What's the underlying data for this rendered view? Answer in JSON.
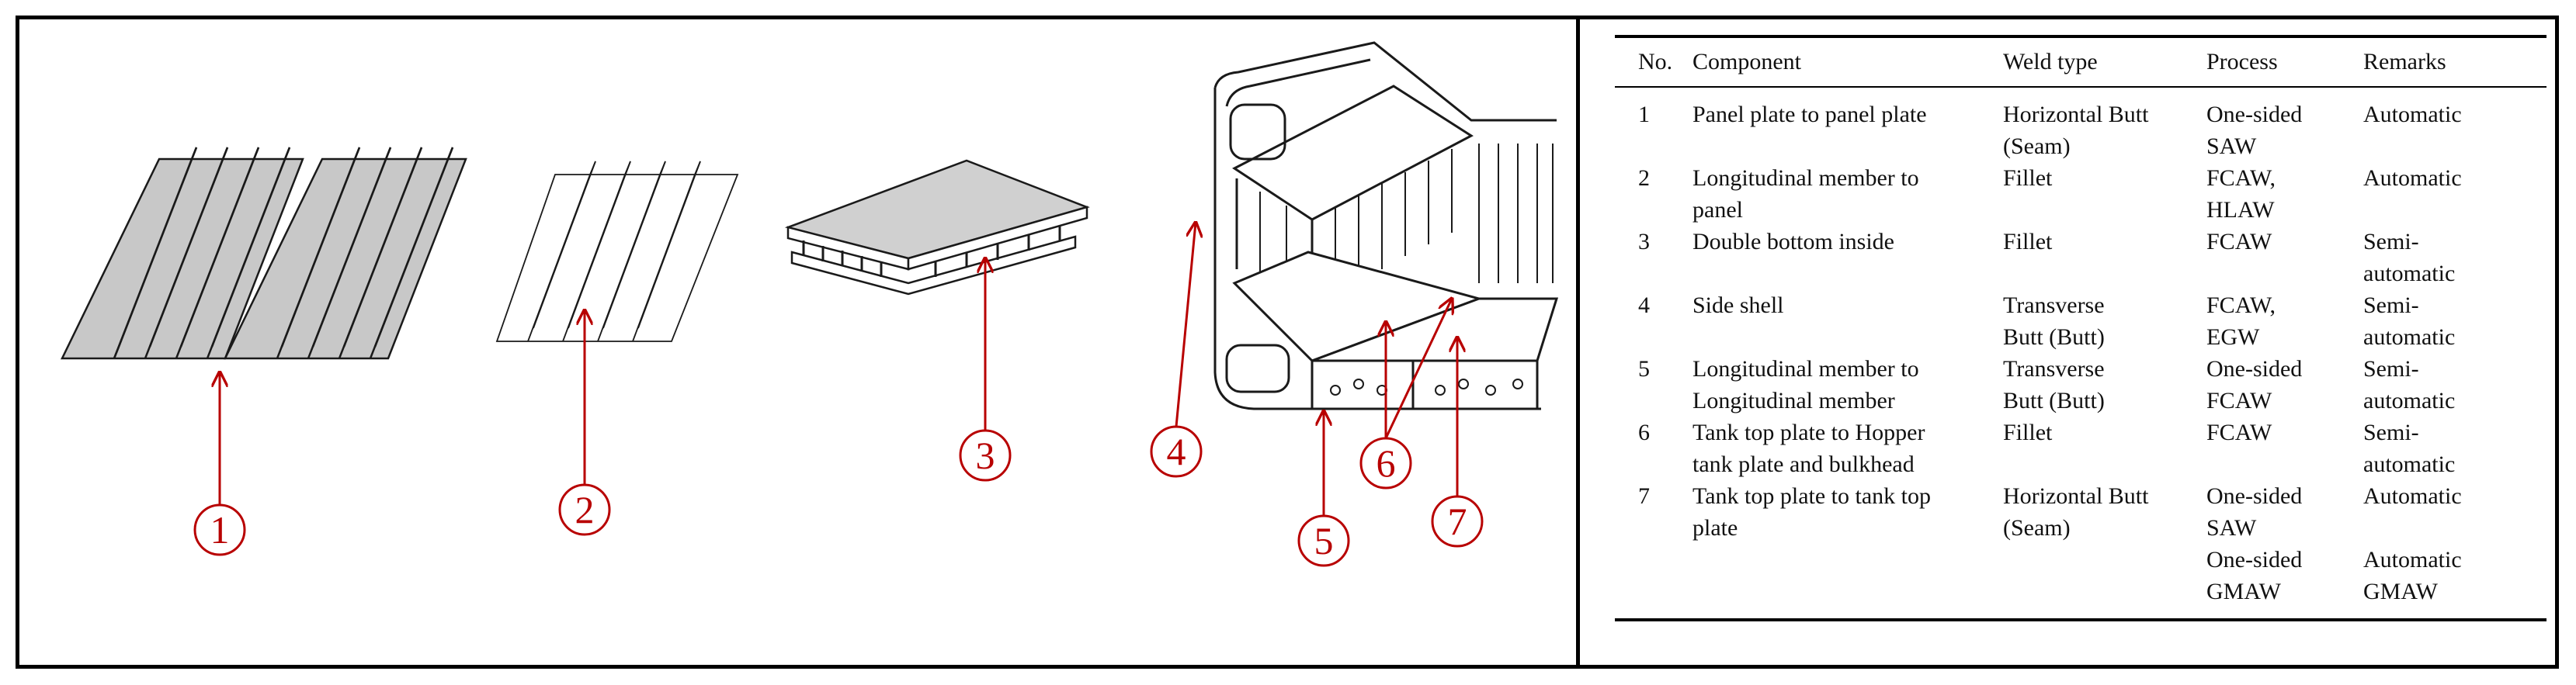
{
  "callouts": [
    "1",
    "2",
    "3",
    "4",
    "5",
    "6",
    "7"
  ],
  "colors": {
    "callout": "#b80000",
    "plate_fill": "#c8c8c8",
    "line": "#1a1a1a"
  },
  "table": {
    "headers": {
      "no": "No.",
      "component": "Component",
      "weld_type": "Weld type",
      "process": "Process",
      "remarks": "Remarks"
    },
    "rows": [
      {
        "no": "1",
        "component": [
          "Panel plate to panel plate"
        ],
        "weld_type": [
          "Horizontal Butt",
          "(Seam)"
        ],
        "process": [
          "One-sided",
          "SAW"
        ],
        "remarks": [
          "Automatic"
        ]
      },
      {
        "no": "2",
        "component": [
          "Longitudinal member to",
          "panel"
        ],
        "weld_type": [
          "Fillet"
        ],
        "process": [
          "FCAW,",
          "HLAW"
        ],
        "remarks": [
          "Automatic"
        ]
      },
      {
        "no": "3",
        "component": [
          "Double bottom inside"
        ],
        "weld_type": [
          "Fillet"
        ],
        "process": [
          "FCAW"
        ],
        "remarks": [
          "Semi-",
          "automatic"
        ]
      },
      {
        "no": "4",
        "component": [
          "Side shell"
        ],
        "weld_type": [
          "Transverse",
          "Butt (Butt)"
        ],
        "process": [
          "FCAW,",
          "EGW"
        ],
        "remarks": [
          "Semi-",
          "automatic"
        ]
      },
      {
        "no": "5",
        "component": [
          "Longitudinal member to",
          "Longitudinal member"
        ],
        "weld_type": [
          "Transverse",
          "Butt (Butt)"
        ],
        "process": [
          "One-sided",
          "FCAW"
        ],
        "remarks": [
          "Semi-",
          "automatic"
        ]
      },
      {
        "no": "6",
        "component": [
          "Tank top plate to Hopper",
          "tank plate and bulkhead"
        ],
        "weld_type": [
          "Fillet"
        ],
        "process": [
          "FCAW"
        ],
        "remarks": [
          "Semi-",
          "automatic"
        ]
      },
      {
        "no": "7",
        "component": [
          "Tank top plate to tank top",
          "plate"
        ],
        "weld_type": [
          "Horizontal Butt",
          "(Seam)"
        ],
        "process": [
          "One-sided",
          "SAW"
        ],
        "remarks": [
          "Automatic"
        ]
      },
      {
        "no": "",
        "component": [
          ""
        ],
        "weld_type": [
          ""
        ],
        "process": [
          "One-sided",
          "GMAW"
        ],
        "remarks": [
          "Automatic",
          "GMAW"
        ]
      }
    ]
  }
}
